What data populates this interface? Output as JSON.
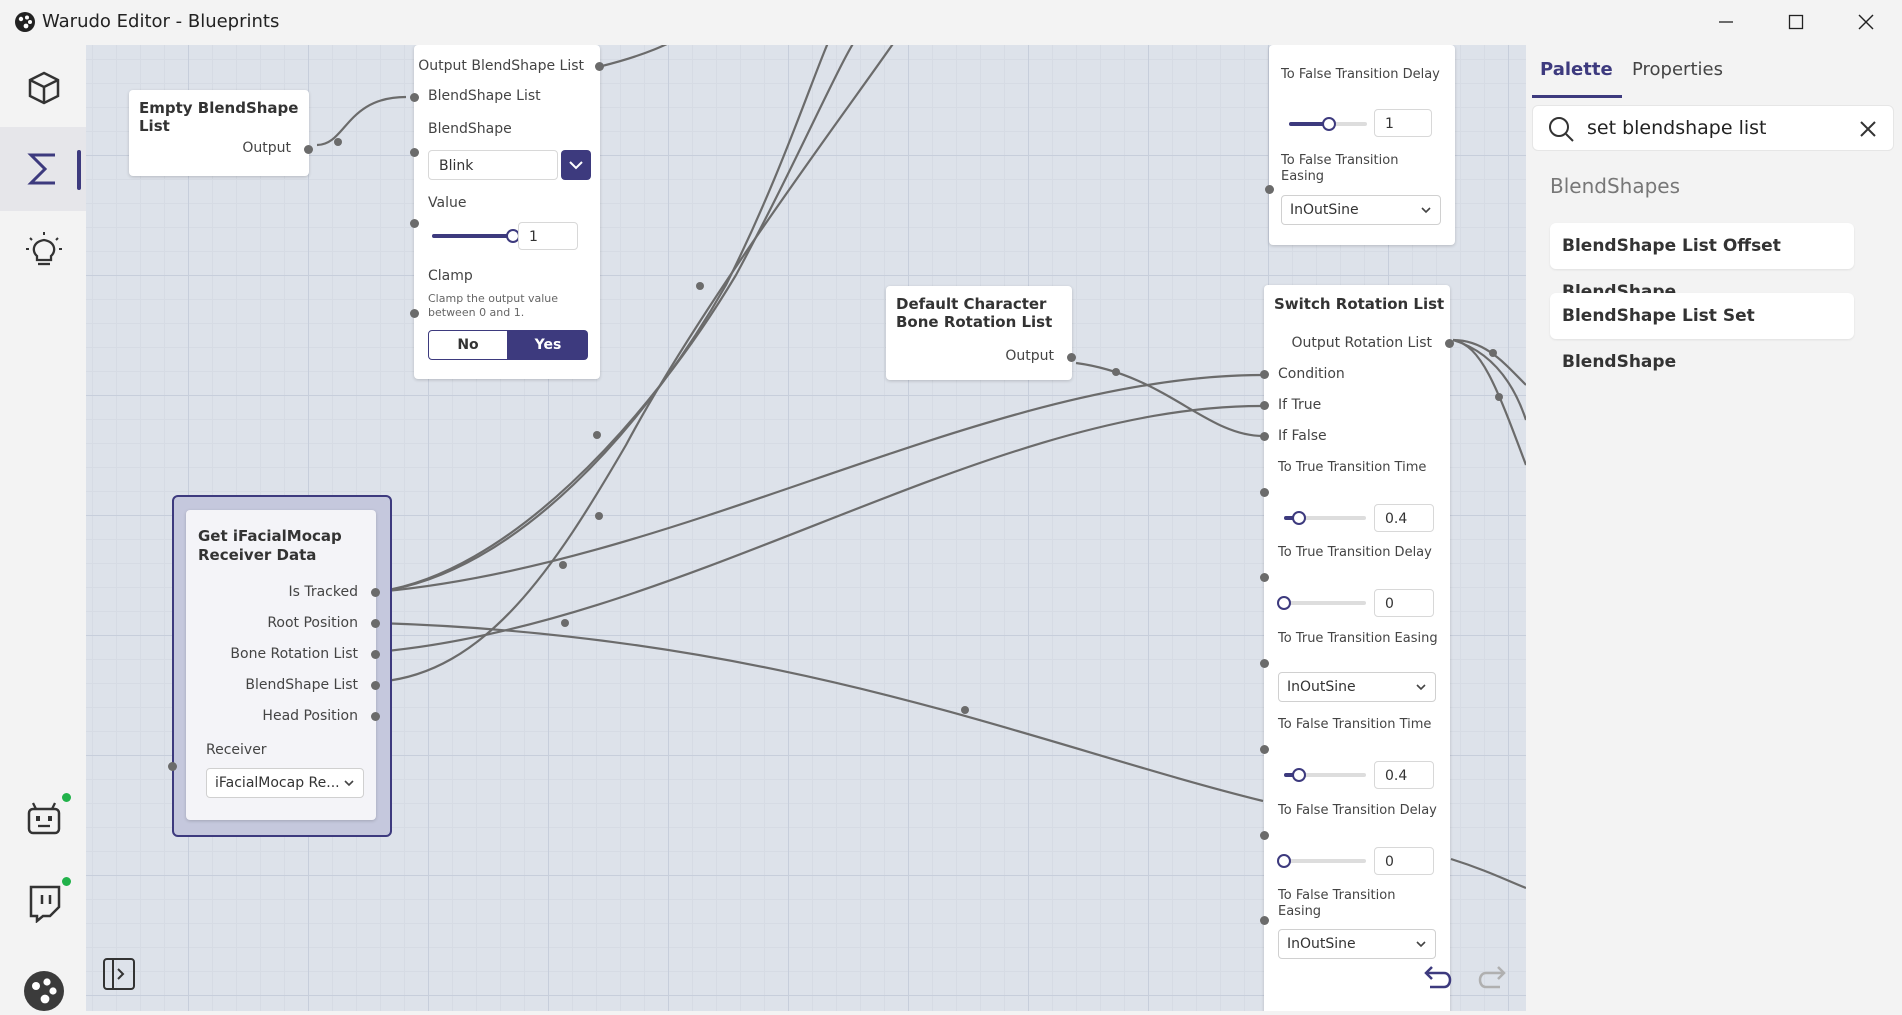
{
  "window": {
    "title": "Warudo Editor - Blueprints"
  },
  "nodes": {
    "empty_list": {
      "title": "Empty BlendShape List",
      "output": "Output"
    },
    "set_blendshape": {
      "output_label": "Output BlendShape List",
      "list_label": "BlendShape List",
      "blendshape_label": "BlendShape",
      "blendshape_value": "Blink",
      "value_label": "Value",
      "value": "1",
      "value_level": 1,
      "clamp_label": "Clamp",
      "clamp_desc": "Clamp the output value between 0 and 1.",
      "no_label": "No",
      "yes_label": "Yes"
    },
    "ifacial": {
      "title": "Get iFacialMocap Receiver Data",
      "outputs": [
        "Is Tracked",
        "Root Position",
        "Bone Rotation List",
        "BlendShape List",
        "Head Position"
      ],
      "receiver_label": "Receiver",
      "receiver_value": "iFacialMocap Re..."
    },
    "default_bone": {
      "title": "Default Character Bone Rotation List",
      "output": "Output"
    },
    "top_right": {
      "delay_label": "To False Transition Delay",
      "delay_value": "1",
      "delay_level": 0.5,
      "easing_label": "To False Transition Easing",
      "easing_value": "InOutSine"
    },
    "switch": {
      "title": "Switch Rotation List",
      "output": "Output Rotation List",
      "inputs": [
        "Condition",
        "If True",
        "If False"
      ],
      "true_time_label": "To True Transition Time",
      "true_time_value": "0.4",
      "true_time_level": 0.2,
      "true_delay_label": "To True Transition Delay",
      "true_delay_value": "0",
      "true_delay_level": 0,
      "true_easing_label": "To True Transition Easing",
      "true_easing_value": "InOutSine",
      "false_time_label": "To False Transition Time",
      "false_time_value": "0.4",
      "false_time_level": 0.2,
      "false_delay_label": "To False Transition Delay",
      "false_delay_value": "0",
      "false_delay_level": 0,
      "false_easing_label": "To False Transition Easing",
      "false_easing_value": "InOutSine"
    }
  },
  "panel": {
    "tabs": [
      "Palette",
      "Properties"
    ],
    "search_value": "set blendshape list",
    "category": "BlendShapes",
    "results": [
      "BlendShape List Offset BlendShape",
      "BlendShape List Set BlendShape"
    ]
  },
  "icons": [
    "scene-icon",
    "blueprint-sigma-icon",
    "lightbulb-icon",
    "robot-icon",
    "twitch-icon",
    "warudo-logo-icon",
    "toggle-sidebar-icon",
    "undo-icon",
    "redo-icon",
    "search-icon",
    "clear-icon"
  ],
  "colors": {
    "accent": "#3d3a7e",
    "online": "#21b24a",
    "wire": "#6b6b6b"
  }
}
